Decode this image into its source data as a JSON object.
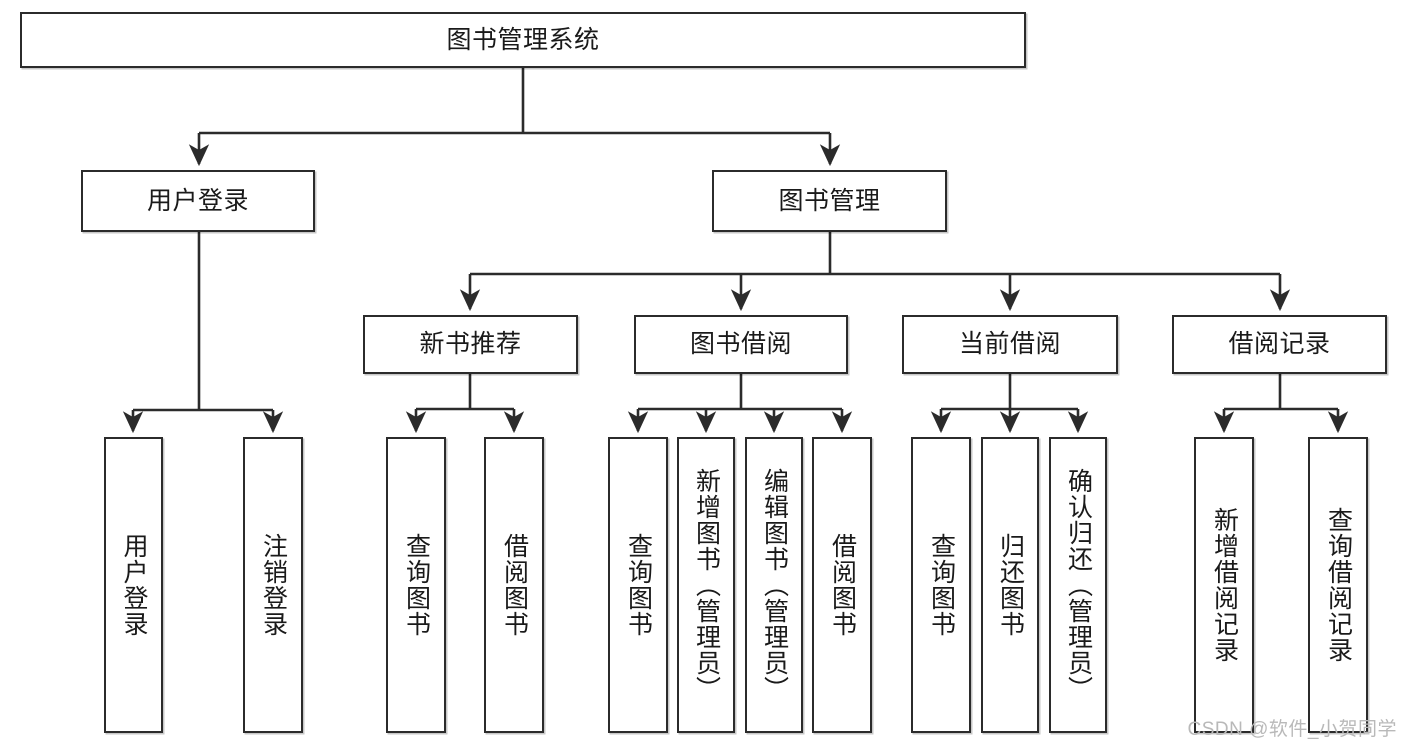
{
  "diagram": {
    "title": "图书管理系统",
    "type": "tree-hierarchy-chart",
    "colors": {
      "box_border": "#2b2b2b",
      "box_fill": "#ffffff",
      "edge": "#2b2b2b",
      "text": "#1a1a1a",
      "watermark": "#b9b9b9"
    },
    "root": {
      "label": "图书管理系统"
    },
    "level1": [
      {
        "label": "用户登录"
      },
      {
        "label": "图书管理"
      }
    ],
    "level2": [
      {
        "label": "新书推荐"
      },
      {
        "label": "图书借阅"
      },
      {
        "label": "当前借阅"
      },
      {
        "label": "借阅记录"
      }
    ],
    "leaves": {
      "user_login": [
        {
          "label": "用户登录"
        },
        {
          "label": "注销登录"
        }
      ],
      "new_book_recommend": [
        {
          "label": "查询图书"
        },
        {
          "label": "借阅图书"
        }
      ],
      "book_borrow": [
        {
          "label": "查询图书"
        },
        {
          "label": "新增图书（管理员）"
        },
        {
          "label": "编辑图书（管理员）"
        },
        {
          "label": "借阅图书"
        }
      ],
      "current_borrow": [
        {
          "label": "查询图书"
        },
        {
          "label": "归还图书"
        },
        {
          "label": "确认归还（管理员）"
        }
      ],
      "borrow_record": [
        {
          "label": "新增借阅记录"
        },
        {
          "label": "查询借阅记录"
        }
      ]
    }
  },
  "watermark": {
    "text": "CSDN @软件_小贺同学"
  }
}
